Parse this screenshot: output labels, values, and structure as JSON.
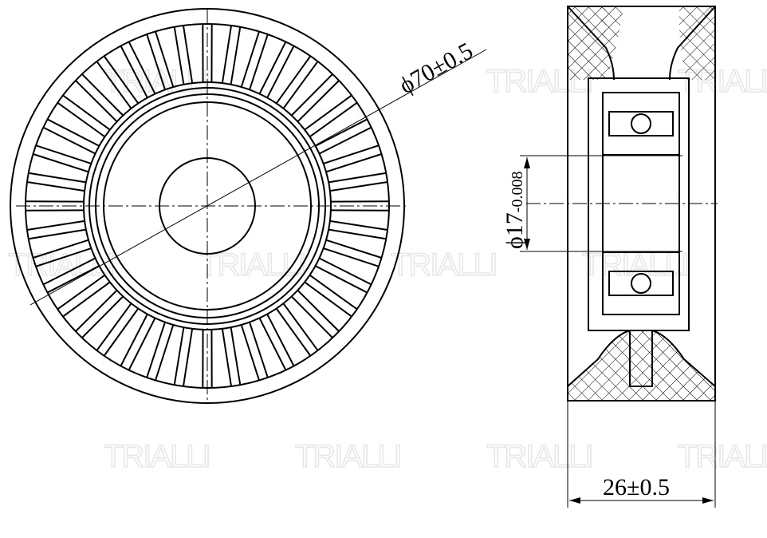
{
  "watermark": "TRIALLI",
  "dimensions": {
    "outer_diameter": "ϕ70±0.5",
    "bore_diameter": "ϕ17",
    "bore_tolerance": "-0.008",
    "width": "26±0.5"
  }
}
